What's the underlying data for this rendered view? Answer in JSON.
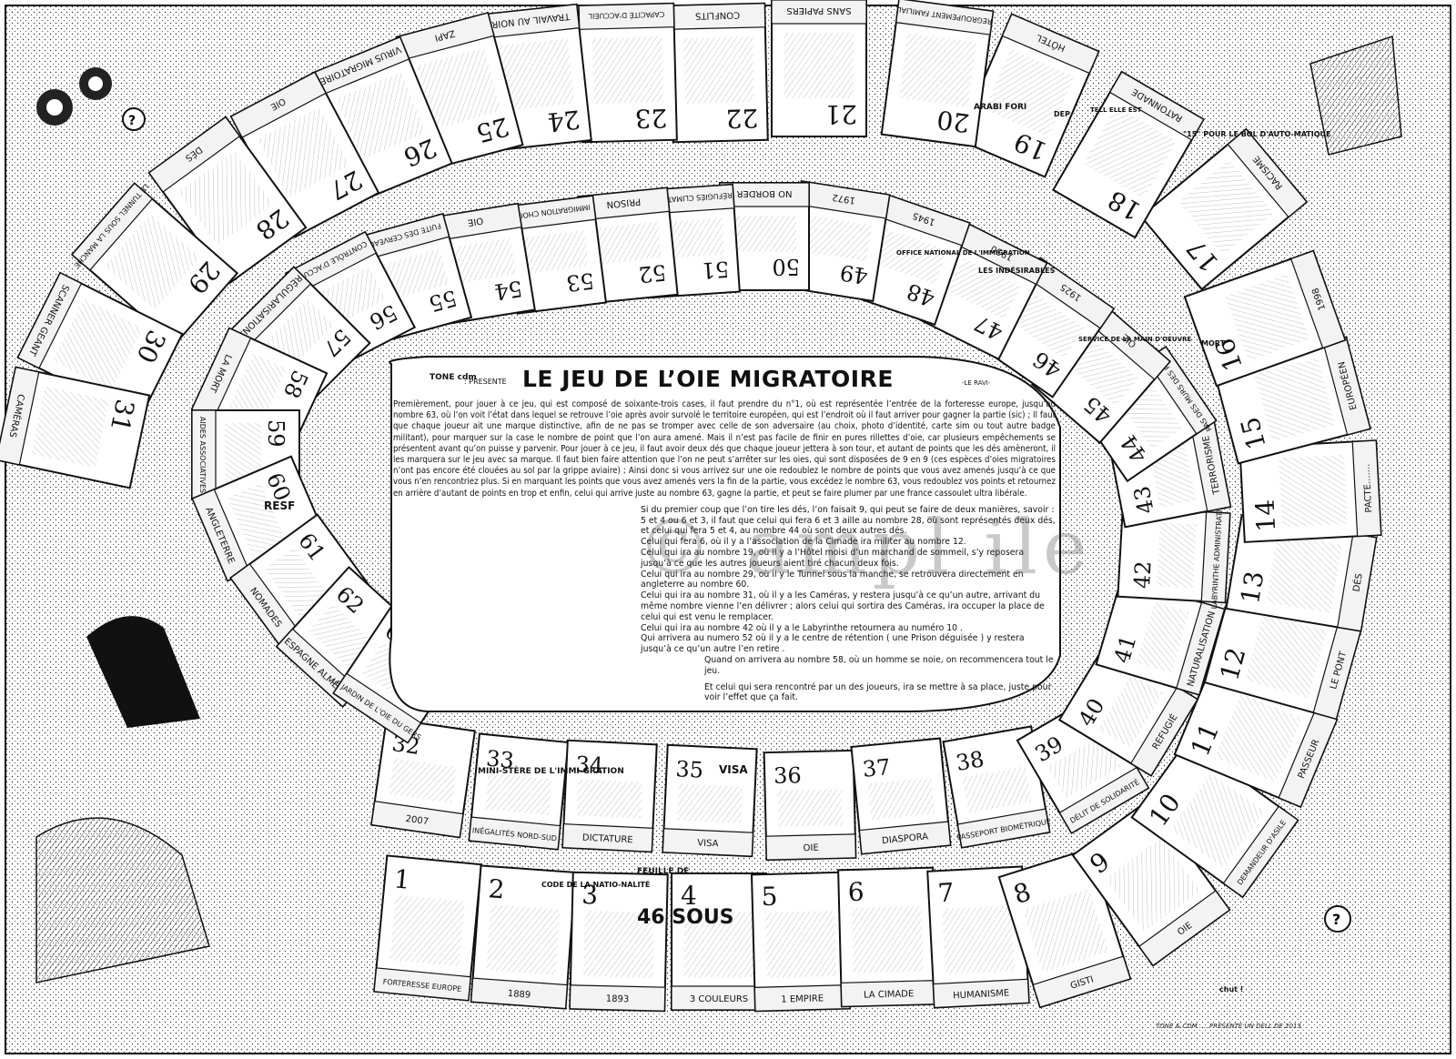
{
  "header": {
    "author": "TONE cdm",
    "presente": ": PRESENTE",
    "title": "LE JEU DE L’OIE MIGRATOIRE",
    "publisher": "-LE RAVI-"
  },
  "intro_text": "Premièrement, pour jouer à ce jeu, qui est composé de soixante-trois cases, il faut prendre du n°1, où est représentée l’entrée de la forteresse europe, jusqu’au nombre 63, où l’on voit l’état dans lequel se retrouve l’oie après avoir survolé le territoire européen, qui est l’endroit où il faut arriver pour gagner la partie (sic) ; Il faut que chaque joueur ait une marque distinctive, afin de ne pas se tromper avec celle de son adversaire (au choix, photo d’identité, carte sim ou tout autre badge militant), pour marquer sur la case le nombre de point que l’on aura amené. Mais il n’est pas facile de finir en pures rillettes d’oie, car plusieurs empêchements se présentent avant qu’on puisse y parvenir. Pour jouer à ce jeu, il faut avoir deux dés que chaque joueur jettera à son tour, et autant de points que les dés amèneront, il les marquera sur le jeu avec sa marque. Il faut bien faire attention que l’on ne peut s’arrêter sur les oies, qui sont disposées de 9 en 9 (ces espèces d’oies migratoires n’ont pas encore été clouées au sol par la grippe aviaire) ; Ainsi donc si vous arrivez sur une oie redoublez le nombre de points que vous avez amenés jusqu’à ce que vous n’en rencontriez plus. Si en marquant les points que vous avez amenés vers la fin de la partie, vous excédez le nombre 63, vous redoublez vos points et retournez en arrière d’autant de points en trop et enfin, celui qui arrive juste au nombre 63, gagne la partie, et peut se faire plumer par une france cassoulet ultra libérale.",
  "rules": [
    "Si du premier coup que l’on tire les dés, l’on faisait 9, qui peut se faire de deux manières, savoir : 5 et 4 ou 6 et 3, il faut que celui qui fera 6 et 3 aille au nombre 28, où sont représentés deux dés, et celui qui fera 5 et 4, au nombre 44 où sont deux autres dés.",
    "Celui qui fera 6, où il y a l’association de la Cimade ira militer au nombre 12.",
    "Celui qui ira au nombre 19, où il y a l’Hôtel moisi d’un marchand de sommeil, s’y reposera jusqu’à ce que les autres joueurs aient tiré chacun deux fois.",
    "Celui qui ira au nombre 29, où il y le Tunnel sous la manche, se retrouvera directement en angleterre au nombre 60.",
    "Celui qui ira au nombre 31, où il y a les Caméras, y restera jusqu’à ce qu’un autre, arrivant du même nombre vienne l’en délivrer ; alors celui qui sortira des Caméras, ira occuper la place de celui qui est venu le remplacer.",
    "Celui qui ira au nombre 42 où il y a le Labyrinthe retournera au numéro 10 .",
    "Qui arrivera au numero 52 où il y a le centre de rétention ( une Prison déguisée ) y restera jusqu’à ce qu’un autre l’en retire .",
    "Quand on arrivera au nombre 58, où un homme se noie, on recommencera tout le jeu.",
    "Et celui qui sera rencontré par un des joueurs, ira se mettre à sa place, juste pour voir l’effet que ça fait."
  ],
  "outer_labels": [
    {
      "n": "1",
      "label": "FORTERESSE EUROPE"
    },
    {
      "n": "2",
      "label": "1889"
    },
    {
      "n": "3",
      "label": "1893"
    },
    {
      "n": "4",
      "label": "3 COULEURS"
    },
    {
      "n": "5",
      "label": "1 EMPIRE"
    },
    {
      "n": "6",
      "label": "LA CIMADE"
    },
    {
      "n": "7",
      "label": "HUMANISME"
    },
    {
      "n": "8",
      "label": "GISTI"
    },
    {
      "n": "9",
      "label": "OIE"
    },
    {
      "n": "10",
      "label": "DEMANDEUR D'ASILE"
    },
    {
      "n": "11",
      "label": "PASSEUR"
    },
    {
      "n": "12",
      "label": "LE PONT"
    },
    {
      "n": "13",
      "label": "DÉS"
    },
    {
      "n": "14",
      "label": "PACTE......."
    },
    {
      "n": "15",
      "label": "EUROPÉEN"
    },
    {
      "n": "16",
      "label": "1998"
    },
    {
      "n": "17",
      "label": "RACISME"
    },
    {
      "n": "18",
      "label": "RATONNADE"
    },
    {
      "n": "19",
      "label": "HÔTEL"
    },
    {
      "n": "20",
      "label": "REGROUPEMENT FAMILIAL"
    },
    {
      "n": "21",
      "label": "SANS PAPIERS"
    },
    {
      "n": "22",
      "label": "CONFLITS"
    },
    {
      "n": "23",
      "label": "CAPACITÉ D'ACCUEIL"
    },
    {
      "n": "24",
      "label": "TRAVAIL AU NOIR"
    },
    {
      "n": "25",
      "label": "ZAPI"
    },
    {
      "n": "26",
      "label": "VIRUS MIGRATOIRE"
    },
    {
      "n": "27",
      "label": "OIE"
    },
    {
      "n": "28",
      "label": "DÉS"
    },
    {
      "n": "29",
      "label": "LE TUNNEL SOUS LA MANCHE"
    },
    {
      "n": "30",
      "label": "SCANNER GEANT"
    },
    {
      "n": "31",
      "label": "CAMÉRAS"
    }
  ],
  "inner_labels": [
    {
      "n": "32",
      "label": "2007"
    },
    {
      "n": "33",
      "label": "INÉGALITÉS NORD-SUD"
    },
    {
      "n": "34",
      "label": "DICTATURE"
    },
    {
      "n": "35",
      "label": "VISA"
    },
    {
      "n": "36",
      "label": "OIE"
    },
    {
      "n": "37",
      "label": "DIASPORA"
    },
    {
      "n": "38",
      "label": "PASSEPORT BIOMÉTRIQUE"
    },
    {
      "n": "39",
      "label": "DÉLIT DE SOLIDARITÉ"
    },
    {
      "n": "40",
      "label": "REFUGIÉ"
    },
    {
      "n": "41",
      "label": "NATURALISATION"
    },
    {
      "n": "42",
      "label": "LABYRINTHE ADMINISTRATIF"
    },
    {
      "n": "43",
      "label": "TERRORISME"
    },
    {
      "n": "44",
      "label": "RAS DES MURS DES PONTS"
    },
    {
      "n": "45",
      "label": "OIE"
    },
    {
      "n": "46",
      "label": "1925"
    },
    {
      "n": "47",
      "label": "1930"
    },
    {
      "n": "48",
      "label": "1945"
    },
    {
      "n": "49",
      "label": "1972"
    },
    {
      "n": "50",
      "label": "NO BORDER"
    },
    {
      "n": "51",
      "label": "RÉFUGIÉS CLIMATIQUES"
    },
    {
      "n": "52",
      "label": "PRISON"
    },
    {
      "n": "53",
      "label": "IMMIGRATION CHOISIE"
    },
    {
      "n": "54",
      "label": "OIE"
    },
    {
      "n": "55",
      "label": "FUITE DES CERVEAUX"
    },
    {
      "n": "56",
      "label": "CONTRÔLE D'ACCUEIL"
    },
    {
      "n": "57",
      "label": "RÉGULARISATIONS"
    },
    {
      "n": "58",
      "label": "LA MORT"
    },
    {
      "n": "59",
      "label": "AIDES ASSOCIATIVES"
    },
    {
      "n": "60",
      "label": "ANGLETERRE"
    },
    {
      "n": "61",
      "label": "NOMADES"
    },
    {
      "n": "62",
      "label": "ESPAGNE ALMERIA"
    },
    {
      "n": "63",
      "label": "LE JARDIN DE L'OIE DU GERS"
    }
  ],
  "extra_labels": {
    "resf": "RESF",
    "bubble_tell": "TELL ELLE EST",
    "hedgehog_text": "chut !",
    "drawn_ministere": "MINI-STÈRE DE L'IMMI-GRATION",
    "drawn_code": "CODE DE LA NATIO-NALITÉ",
    "drawn_feuille": "FEUILLE DE",
    "drawn_46": "46 SOUS",
    "drawn_visa": "VISA",
    "drawn_15": "\"15\" POUR LE BOL D'AUTO-MATIQUE",
    "drawn_arabi": "ARABI FORI",
    "drawn_dep": "DEP",
    "drawn_mort": "MORT",
    "drawn_lesindes": "LES INDÉSIRABLES",
    "drawn_office": "OFFICE NATIONAL DE L'IMMIGRATION",
    "drawn_serv": "SERVICE DE LA MAIN D'OEUVRE"
  },
  "credit": "TONE & CDM .... PRÉSENTE UN DELL DE 2013",
  "watermark": "© ampl  ile",
  "colors": {
    "ink": "#111111",
    "paper": "#ffffff",
    "shade": "#d9d9d9"
  }
}
